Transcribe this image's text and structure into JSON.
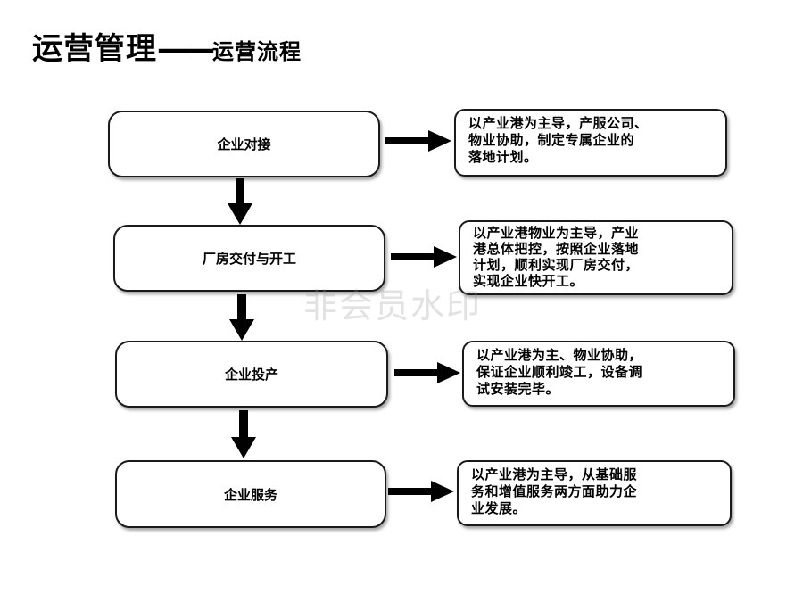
{
  "title": {
    "main": "运营管理",
    "dash": "——",
    "sub": "运营流程"
  },
  "steps": [
    {
      "label": "企业对接"
    },
    {
      "label": "厂房交付与开工"
    },
    {
      "label": "企业投产"
    },
    {
      "label": "企业服务"
    }
  ],
  "notes": [
    {
      "lines": [
        "以产业港为主导，产服公司、",
        "物业协助，制定专属企业的",
        "落地计划。"
      ]
    },
    {
      "lines": [
        "以产业港物业为主导，产业",
        "港总体把控，按照企业落地",
        "计划，顺利实现厂房交付，",
        "实现企业快开工。"
      ]
    },
    {
      "lines": [
        "以产业港为主、物业协助，",
        "保证企业顺利竣工，设备调",
        "试安装完毕。"
      ]
    },
    {
      "lines": [
        "以产业港为主导，从基础服",
        "务和增值服务两方面助力企",
        "业发展。"
      ]
    }
  ],
  "watermark": "非会员水印"
}
